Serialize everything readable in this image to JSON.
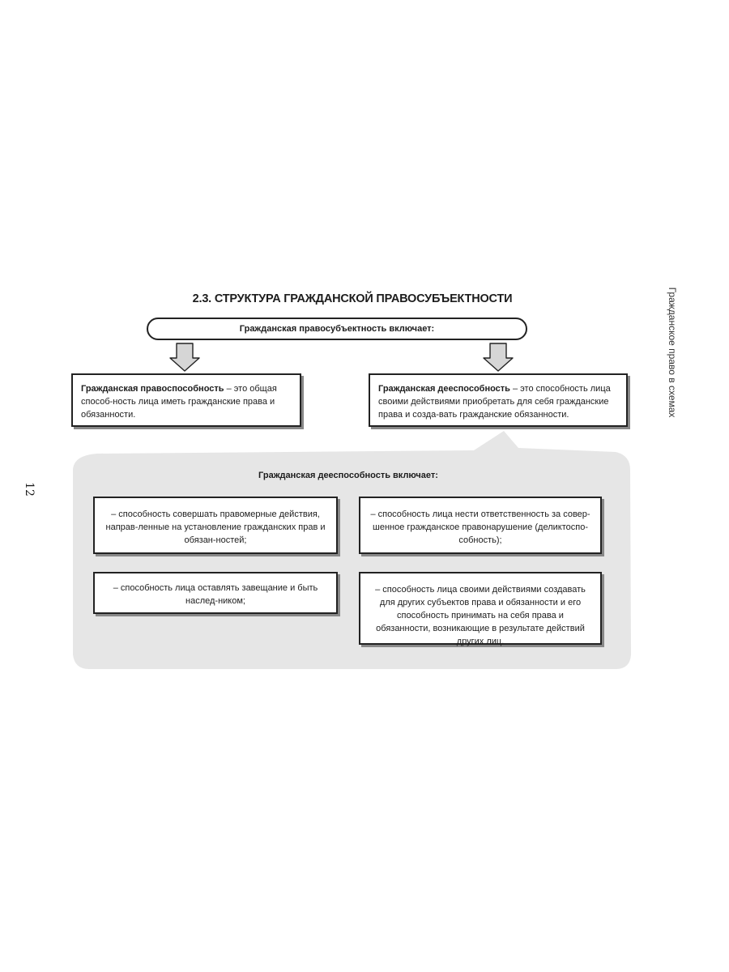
{
  "page": {
    "number": "12",
    "side_title": "Гражданское право в схемах",
    "section_title": "2.3. СТРУКТУРА ГРАЖДАНСКОЙ ПРАВОСУБЪЕКТНОСТИ"
  },
  "top_box": {
    "text": "Гражданская правосубъектность включает:"
  },
  "definitions": [
    {
      "term": "Гражданская правоспособность",
      "text": " – это общая способ-ность лица иметь гражданские права и обязанности."
    },
    {
      "term": "Гражданская дееспособность",
      "text": " – это способность лица своими действиями приобретать для себя гражданские права и созда-вать гражданские обязанности."
    }
  ],
  "includes": {
    "title": "Гражданская дееспособность включает:",
    "items": [
      "– способность совершать правомерные действия, направ-ленные на установление гражданских прав и обязан-ностей;",
      "– способность лица нести ответственность за совер-шенное гражданское правонарушение (деликтоспо-собность);",
      "– способность лица оставлять завещание и быть наслед-ником;",
      "– способность лица своими действиями создавать для других субъектов права и обязанности и его способность принимать на себя права и обязанности, возникающие в результате действий других лиц."
    ]
  },
  "colors": {
    "background_blob": "#e6e6e6",
    "arrow_fill": "#d6d6d6",
    "border": "#222222"
  }
}
